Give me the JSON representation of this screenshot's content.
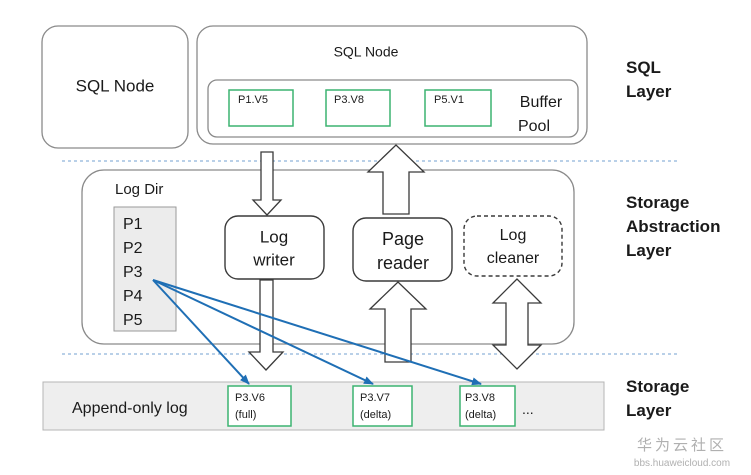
{
  "colors": {
    "box_stroke": "#8a8a8a",
    "page_box_stroke": "#3cb371",
    "arrow_blue": "#1f6fb5",
    "separator": "#8fb4d9",
    "log_bar_fill": "#eeeeee",
    "log_dir_fill": "#ececec",
    "watermark": "#b0b0b0"
  },
  "sql_layer": {
    "node_left_label": "SQL Node",
    "node_right_label": "SQL Node",
    "buffer_pool": {
      "label_line1": "Buffer",
      "label_line2": "Pool",
      "pages": [
        "P1.V5",
        "P3.V8",
        "P5.V1"
      ]
    }
  },
  "storage_abstraction": {
    "log_dir": {
      "title": "Log Dir",
      "items": [
        "P1",
        "P2",
        "P3",
        "P4",
        "P5"
      ]
    },
    "log_writer": {
      "line1": "Log",
      "line2": "writer"
    },
    "page_reader": {
      "line1": "Page",
      "line2": "reader"
    },
    "log_cleaner": {
      "line1": "Log",
      "line2": "cleaner"
    }
  },
  "storage_layer": {
    "append_log_label": "Append-only log",
    "entries": [
      {
        "line1": "P3.V6",
        "line2": "(full)"
      },
      {
        "line1": "P3.V7",
        "line2": "(delta)"
      },
      {
        "line1": "P3.V8",
        "line2": "(delta)"
      }
    ],
    "ellipsis": "..."
  },
  "layer_labels": {
    "sql": [
      "SQL",
      "Layer"
    ],
    "storage_abstraction": [
      "Storage",
      "Abstraction",
      "Layer"
    ],
    "storage": [
      "Storage",
      "Layer"
    ]
  },
  "watermark": {
    "title": "华为云社区",
    "url": "bbs.huaweicloud.com"
  }
}
